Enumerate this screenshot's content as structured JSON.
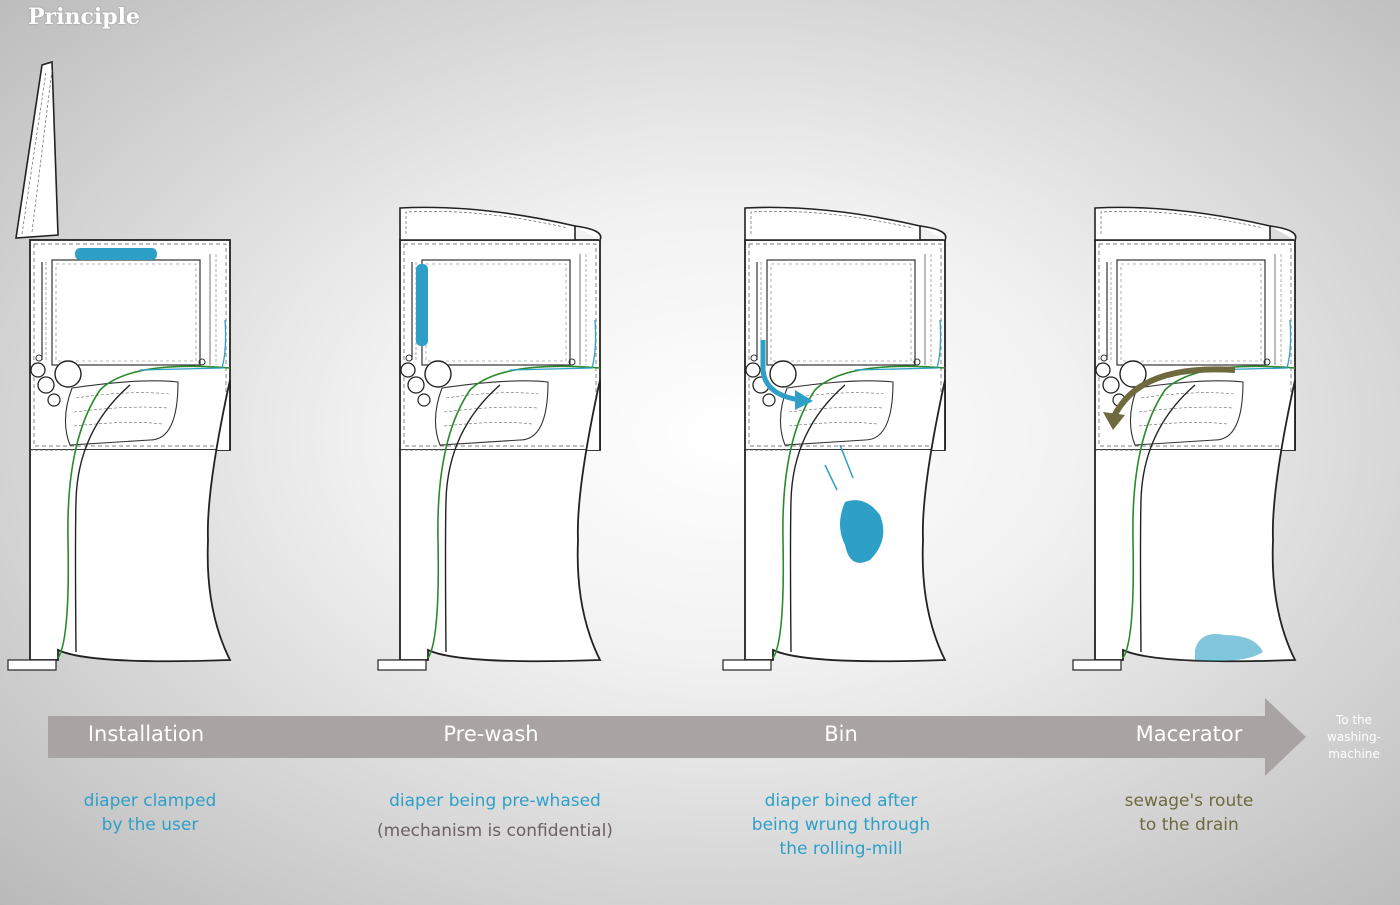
{
  "title": "Principle",
  "steps": [
    {
      "label": "Installation",
      "caption": [
        "diaper clamped",
        "by the user"
      ]
    },
    {
      "label": "Pre-wash",
      "caption": [
        "diaper being pre-whased"
      ],
      "note": "(mechanism is confidential)"
    },
    {
      "label": "Bin",
      "caption": [
        "diaper bined after",
        "being wrung through",
        "the rolling-mill"
      ]
    },
    {
      "label": "Macerator",
      "caption": [
        "sewage's route",
        "to the drain"
      ]
    }
  ],
  "destination": [
    "To the",
    "washing-",
    "machine"
  ],
  "colors": {
    "water": "#2ea0c8",
    "sewage": "#6e6a3e",
    "pipe": "#2c8a2c",
    "arrow": "#aaa3a3",
    "outline": "#222222"
  }
}
